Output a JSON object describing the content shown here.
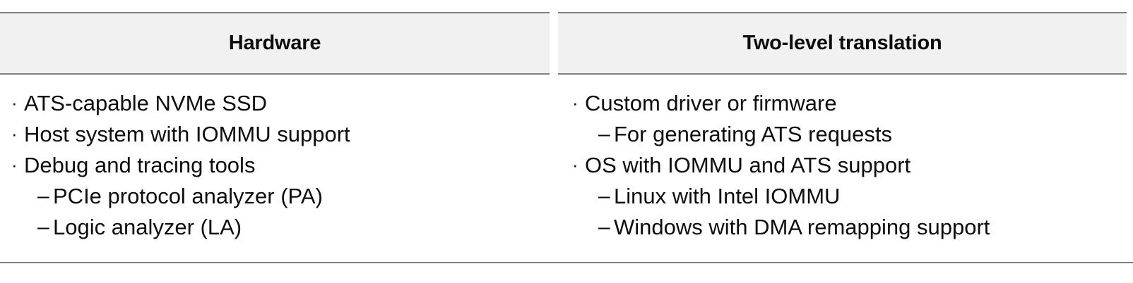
{
  "table": {
    "columns": [
      {
        "id": "hardware",
        "header": "Hardware",
        "items": [
          {
            "level": 1,
            "marker": "·",
            "text": "ATS-capable NVMe SSD"
          },
          {
            "level": 1,
            "marker": "·",
            "text": "Host system with IOMMU support"
          },
          {
            "level": 1,
            "marker": "·",
            "text": "Debug and tracing tools"
          },
          {
            "level": 2,
            "marker": "–",
            "text": "PCIe protocol analyzer (PA)"
          },
          {
            "level": 2,
            "marker": "–",
            "text": "Logic analyzer (LA)"
          }
        ]
      },
      {
        "id": "two-level-translation",
        "header": "Two-level translation",
        "items": [
          {
            "level": 1,
            "marker": "·",
            "text": "Custom driver or firmware"
          },
          {
            "level": 2,
            "marker": "–",
            "text": "For generating ATS requests"
          },
          {
            "level": 1,
            "marker": "·",
            "text": "OS with IOMMU and ATS support"
          },
          {
            "level": 2,
            "marker": "–",
            "text": "Linux with Intel IOMMU"
          },
          {
            "level": 2,
            "marker": "–",
            "text": "Windows with DMA remapping support"
          }
        ]
      }
    ]
  },
  "colors": {
    "header_background": "#f1f1f1",
    "rule": "#808080",
    "text": "#0d0d0d",
    "page_background": "#ffffff"
  }
}
